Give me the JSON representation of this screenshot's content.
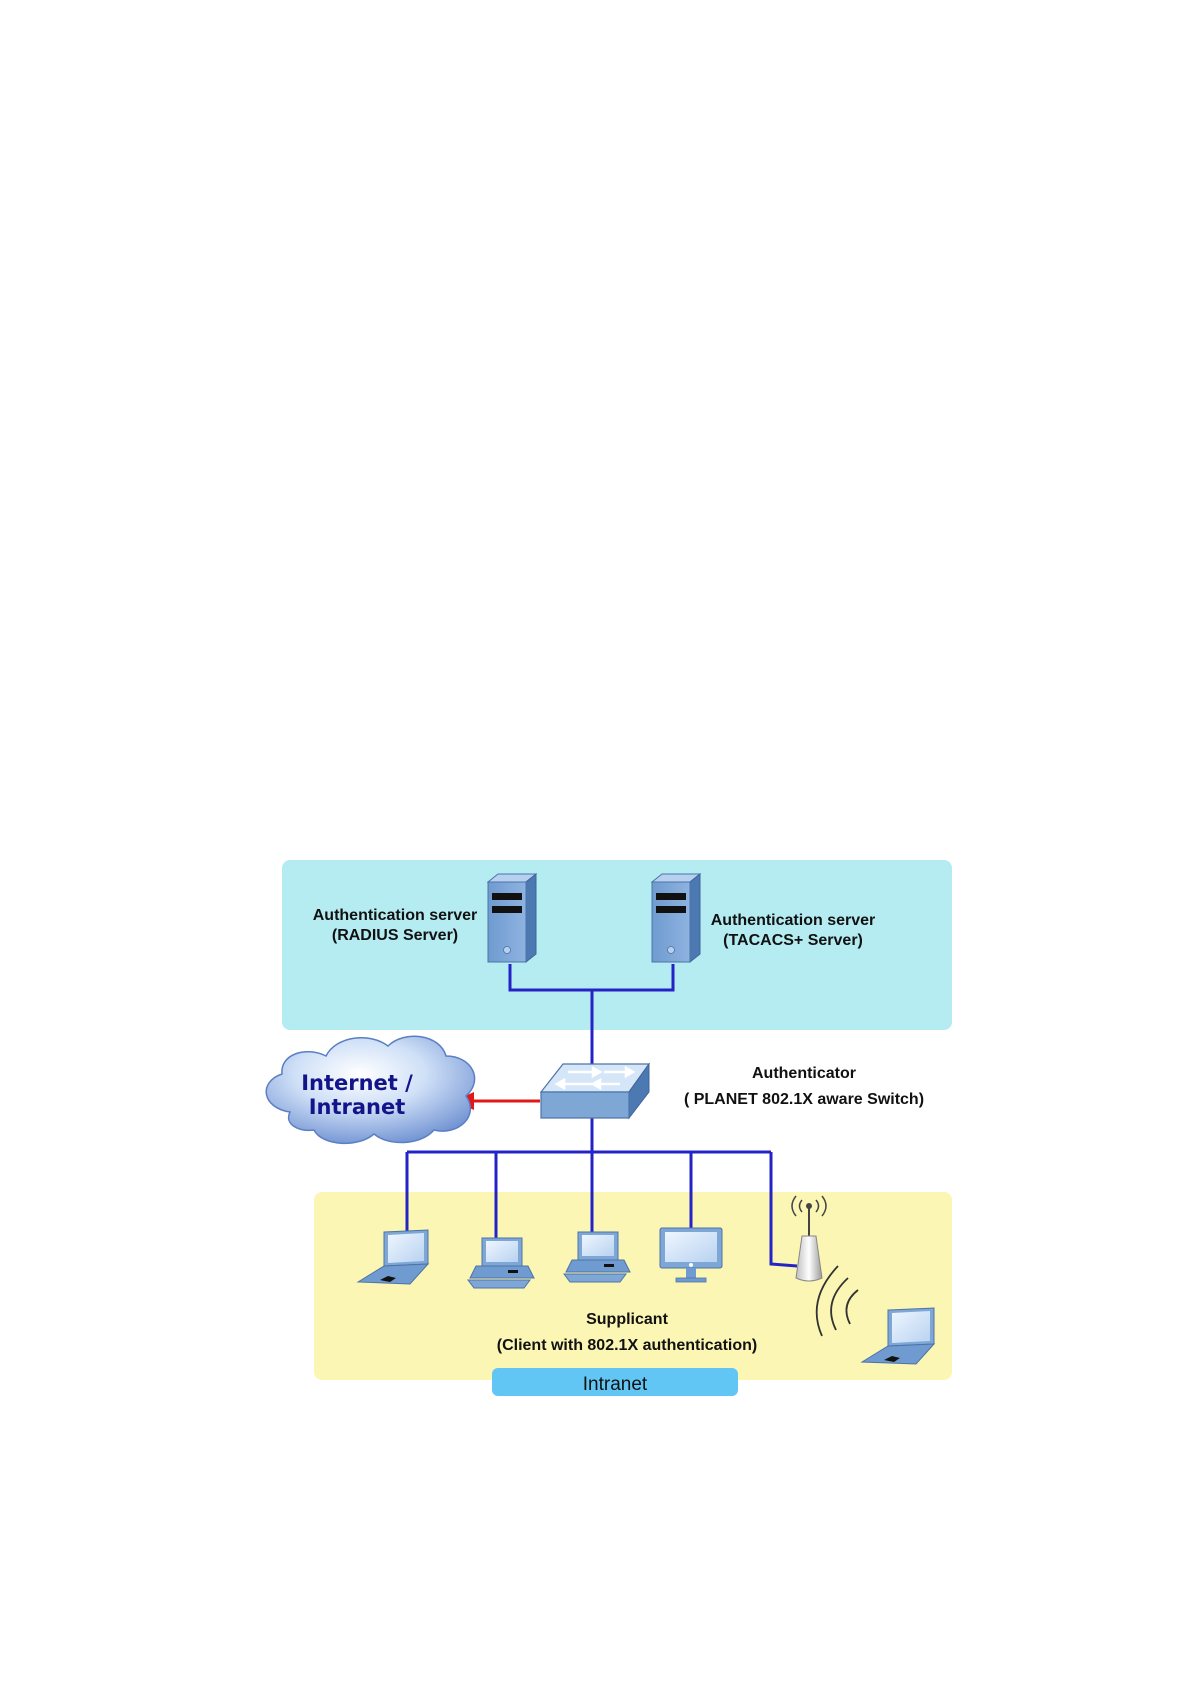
{
  "diagram": {
    "server_radius": {
      "line1": "Authentication server",
      "line2": "(RADIUS Server)"
    },
    "server_tacacs": {
      "line1": "Authentication server",
      "line2": "(TACACS+ Server)"
    },
    "authenticator": {
      "line1": "Authenticator",
      "line2": "( PLANET 802.1X aware Switch)"
    },
    "cloud": {
      "line1": "Internet /",
      "line2": "Intranet"
    },
    "supplicant": {
      "line1": "Supplicant",
      "line2": "(Client with 802.1X authentication)"
    },
    "intranet_band": "Intranet"
  },
  "colors": {
    "server_zone": "#b4ecf2",
    "client_zone": "#fbf6b4",
    "band": "#62c6f5",
    "link": "#2323c8",
    "arrow": "#e01818",
    "device": "#7ea7d6"
  }
}
